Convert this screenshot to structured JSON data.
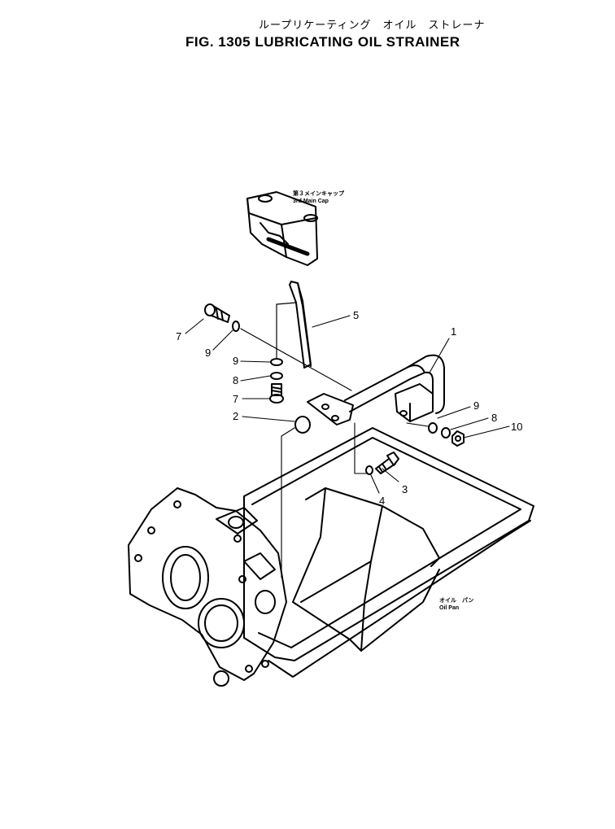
{
  "title": {
    "japanese": "ループリケーティング　オイル　ストレーナ",
    "english": "FIG. 1305   LUBRICATING OIL STRAINER"
  },
  "labels": {
    "main_cap_jp": "第３メインキャップ",
    "main_cap_en": "3rd Main Cap",
    "oil_pan_jp": "オイル　パン",
    "oil_pan_en": "Oil Pan"
  },
  "callouts": {
    "c1": "1",
    "c2": "2",
    "c3": "3",
    "c4": "4",
    "c5": "5",
    "c7a": "7",
    "c7b": "7",
    "c8a": "8",
    "c8b": "8",
    "c9a": "9",
    "c9b": "9",
    "c9c": "9",
    "c10": "10"
  }
}
